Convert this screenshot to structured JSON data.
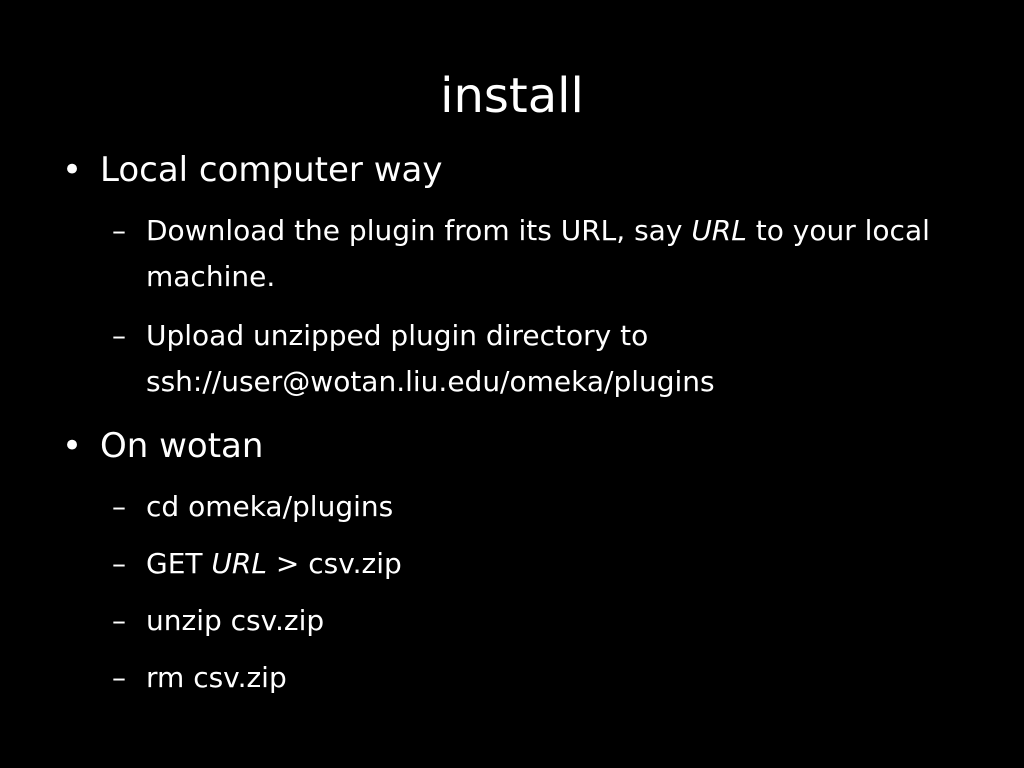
{
  "slide": {
    "title": "install",
    "bullet_glyph": "•",
    "dash_glyph": "–",
    "sections": [
      {
        "heading": "Local computer way",
        "items": [
          {
            "before": "Download the plugin from its URL, say ",
            "emph": "URL",
            "after": " to your local machine."
          },
          {
            "text": "Upload unzipped plugin directory to ssh://user@wotan.liu.edu/omeka/plugins"
          }
        ]
      },
      {
        "heading": "On wotan",
        "items": [
          {
            "text": "cd omeka/plugins"
          },
          {
            "before": "GET ",
            "emph": "URL",
            "after": " > csv.zip"
          },
          {
            "text": "unzip csv.zip"
          },
          {
            "text": "rm csv.zip"
          }
        ]
      }
    ]
  }
}
